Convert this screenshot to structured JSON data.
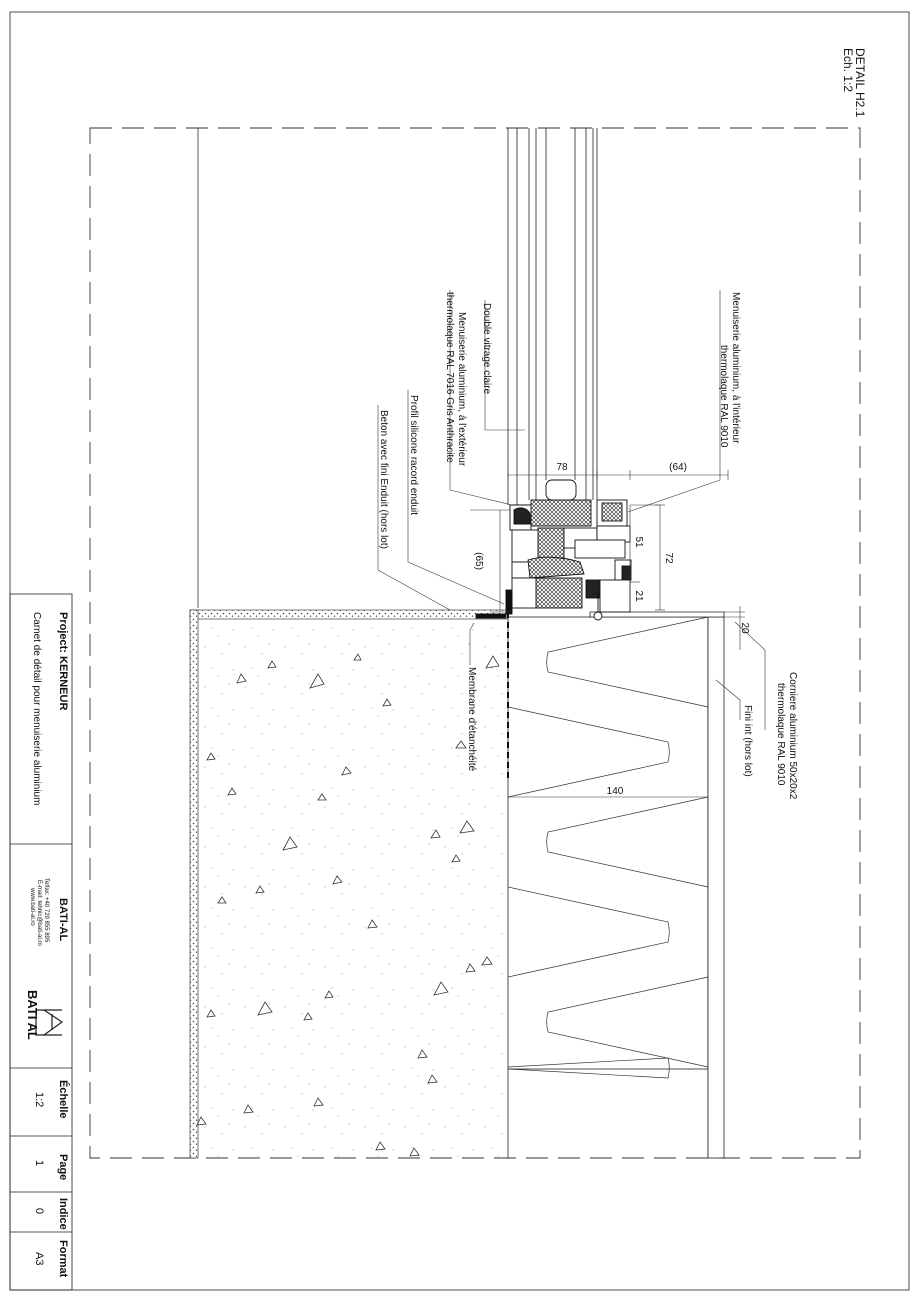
{
  "detail": {
    "title": "DETAIL H2.1",
    "scale": "Ech. 1:2"
  },
  "annotations": {
    "menuiserie_interieur_1": "Menuiserie aluminium, à l'intérieur",
    "menuiserie_interieur_2": "thermolaque RAL 9010",
    "double_vitrage": "Double vitrage claire",
    "menuiserie_exterieur_1": "Menuiserie aluminium, à l'extérieur",
    "menuiserie_exterieur_2": "thermolaque RAL 7016 Gris Anthracite",
    "profil_silicone": "Profil silicone racord enduit",
    "beton": "Beton avec fini Enduit (hors lot)",
    "membrane": "Membrane d'étanchéité",
    "corniere_1": "Corniere aluminium 50x20x2",
    "corniere_2": "thermolaque RAL 9010",
    "fini_int": "Fini int (hors lot)"
  },
  "dimensions": {
    "d78": "78",
    "d64": "(64)",
    "d51": "51",
    "d72": "72",
    "d21": "21",
    "d65": "(65)",
    "d20": "20",
    "d140": "140"
  },
  "title_block": {
    "project_label": "Project: KERNEUR",
    "project_desc": "Carnet de détail pour menuiserie aluminium",
    "company": "BATI-AL",
    "phone": "Telfax: +40 729 855 895",
    "email": "E-mail: tehnic@bati-al.ro",
    "web": "www.bati-al.ro",
    "logo_text": "BATI AL",
    "echelle_label": "Échelle",
    "echelle_value": "1:2",
    "page_label": "Page",
    "page_value": "1",
    "indice_label": "Indice",
    "indice_value": "0",
    "format_label": "Format",
    "format_value": "A3"
  }
}
